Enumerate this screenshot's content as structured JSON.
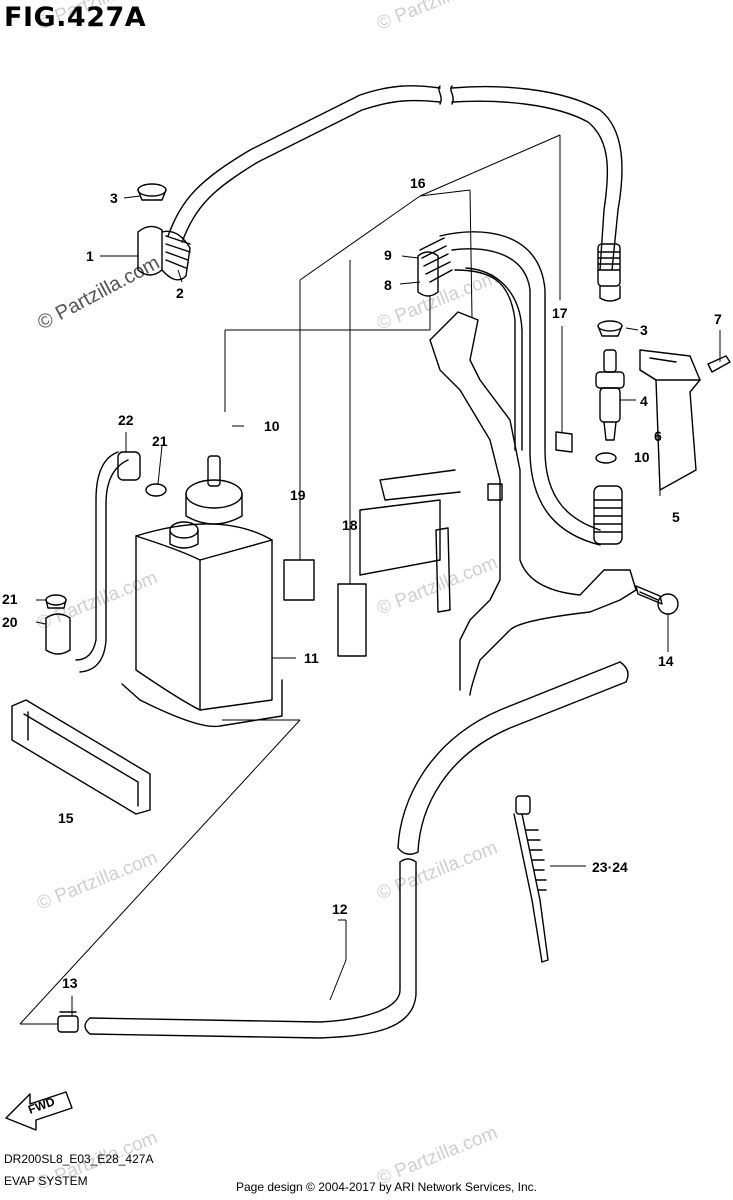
{
  "figure": {
    "title": "FIG.427A"
  },
  "watermark": {
    "main": "© Partzilla.com",
    "faded": "© Partzilla.com"
  },
  "parts": [
    {
      "ref": "1"
    },
    {
      "ref": "2"
    },
    {
      "ref": "3"
    },
    {
      "ref": "3"
    },
    {
      "ref": "4"
    },
    {
      "ref": "5"
    },
    {
      "ref": "6"
    },
    {
      "ref": "7"
    },
    {
      "ref": "8"
    },
    {
      "ref": "9"
    },
    {
      "ref": "10"
    },
    {
      "ref": "10"
    },
    {
      "ref": "11"
    },
    {
      "ref": "12"
    },
    {
      "ref": "13"
    },
    {
      "ref": "14"
    },
    {
      "ref": "15"
    },
    {
      "ref": "16"
    },
    {
      "ref": "17"
    },
    {
      "ref": "18"
    },
    {
      "ref": "19"
    },
    {
      "ref": "20"
    },
    {
      "ref": "21"
    },
    {
      "ref": "21"
    },
    {
      "ref": "22"
    },
    {
      "ref": "23·24"
    }
  ],
  "direction_badge": "FWD",
  "footer": {
    "model_code": "DR200SL8_E03_E28_427A",
    "system_name": "EVAP SYSTEM",
    "credit": "Page design © 2004-2017 by ARI Network Services, Inc."
  }
}
